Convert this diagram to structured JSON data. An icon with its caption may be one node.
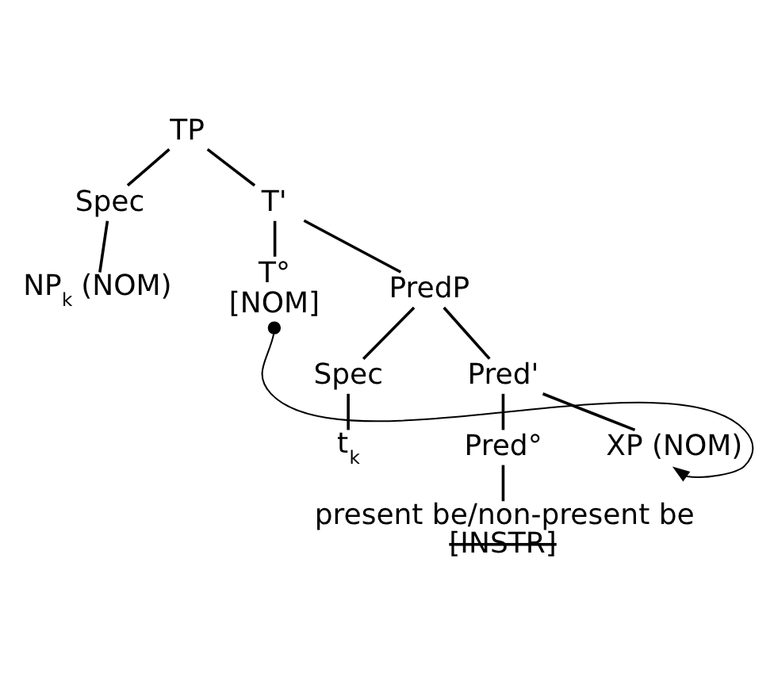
{
  "diagram": {
    "nodes": [
      {
        "text": [
          "TP"
        ]
      },
      {
        "text": [
          "Spec"
        ]
      },
      {
        "text": [
          "T'"
        ]
      },
      {
        "text": [
          "NP$_{k}$ (NOM)"
        ]
      },
      {
        "text": [
          "T°",
          "[NOM]"
        ]
      },
      {
        "text": [
          "PredP"
        ]
      },
      {
        "text": [
          "Spec"
        ]
      },
      {
        "text": [
          "Pred'"
        ]
      },
      {
        "text": [
          "t$_{k}$"
        ]
      },
      {
        "text": [
          "Pred°"
        ]
      },
      {
        "text": [
          "XP (NOM)"
        ]
      },
      {
        "text": [
          "present be/non-present be",
          "[INSTR]"
        ]
      }
    ],
    "edges": [
      {
        "from": 0,
        "to": 1,
        "arrow": "none"
      },
      {
        "from": 0,
        "to": 2,
        "arrow": "none"
      },
      {
        "from": 1,
        "to": 3,
        "arrow": "none"
      },
      {
        "from": 2,
        "to": 4,
        "arrow": "none"
      },
      {
        "from": 2,
        "to": 5,
        "arrow": "none"
      },
      {
        "from": 5,
        "to": 6,
        "arrow": "none"
      },
      {
        "from": 5,
        "to": 7,
        "arrow": "none"
      },
      {
        "from": 6,
        "to": 8,
        "arrow": "none"
      },
      {
        "from": 7,
        "to": 9,
        "arrow": "none"
      },
      {
        "from": 7,
        "to": 10,
        "arrow": "none"
      },
      {
        "from": 9,
        "to": 11,
        "arrow": "none"
      },
      {
        "from": 4,
        "to": 10,
        "arrow": "to"
      }
    ]
  }
}
